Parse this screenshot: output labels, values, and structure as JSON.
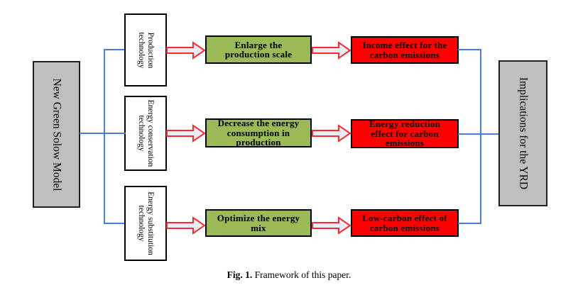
{
  "caption": {
    "fig": "Fig. 1.",
    "text": " Framework of this paper."
  },
  "colors": {
    "green": "#9aba58",
    "red": "#fd0000",
    "gray": "#bfbfbf",
    "blue": "#4a7dd7",
    "arrow_fill": "#e8ecf7",
    "arrow_stroke": "#f62b2e"
  },
  "nodes": {
    "source": {
      "label": "New Green Solow Model"
    },
    "sink": {
      "label": "Implications for the YRD"
    },
    "technologies": [
      {
        "label": "Production\ntechnology"
      },
      {
        "label": "Energy conservation\ntechnology"
      },
      {
        "label": "Energy substitution\ntechnology"
      }
    ],
    "mechanisms": [
      {
        "label": "Enlarge the\nproduction scale"
      },
      {
        "label": "Decrease the energy\nconsumption in\nproduction"
      },
      {
        "label": "Optimize the energy\nmix"
      }
    ],
    "effects": [
      {
        "label": "Income effect for the\ncarbon emissions"
      },
      {
        "label": "Energy reduction\neffect for carbon\nemissions"
      },
      {
        "label": "Low-carbon effect of\ncarbon emissions"
      }
    ]
  },
  "icons": {
    "arrow": "block-arrow-right-icon"
  }
}
